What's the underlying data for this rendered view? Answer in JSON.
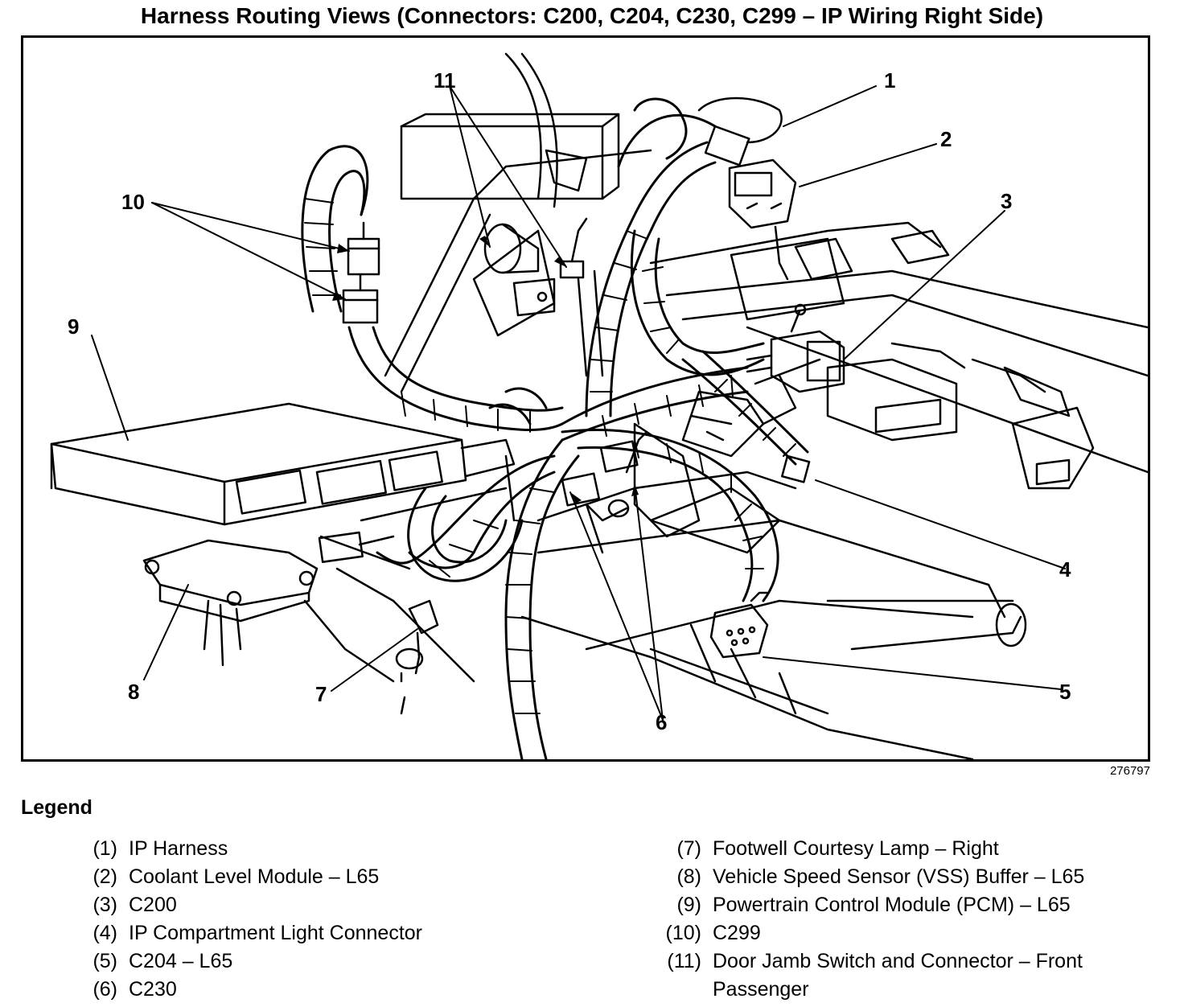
{
  "title": "Harness Routing Views (Connectors: C200, C204, C230, C299 – IP Wiring Right Side)",
  "figure_id": "276797",
  "callouts": [
    "1",
    "2",
    "3",
    "4",
    "5",
    "6",
    "7",
    "8",
    "9",
    "10",
    "11"
  ],
  "legend": {
    "heading": "Legend",
    "left": [
      {
        "num": "(1)",
        "text": "IP Harness"
      },
      {
        "num": "(2)",
        "text": "Coolant Level Module – L65"
      },
      {
        "num": "(3)",
        "text": "C200"
      },
      {
        "num": "(4)",
        "text": "IP Compartment Light Connector"
      },
      {
        "num": "(5)",
        "text": "C204 – L65"
      },
      {
        "num": "(6)",
        "text": "C230"
      }
    ],
    "right": [
      {
        "num": "(7)",
        "text": "Footwell Courtesy Lamp – Right"
      },
      {
        "num": "(8)",
        "text": "Vehicle Speed Sensor (VSS) Buffer – L65"
      },
      {
        "num": "(9)",
        "text": "Powertrain Control Module (PCM) – L65"
      },
      {
        "num": "(10)",
        "text": "C299"
      },
      {
        "num": "(11)",
        "text": "Door Jamb Switch and Connector – Front Passenger"
      }
    ]
  }
}
